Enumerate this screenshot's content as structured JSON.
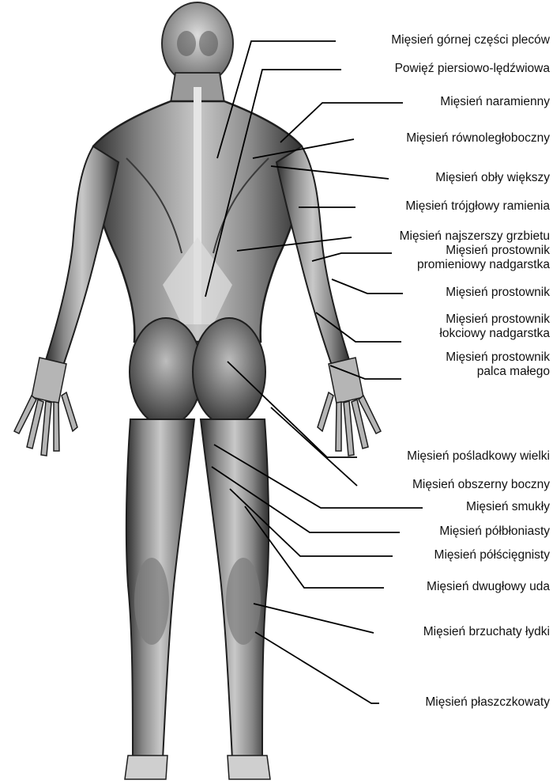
{
  "colors": {
    "skin_dark": "#3a3a3a",
    "skin_mid": "#8c8c8c",
    "skin_light": "#d6d6d6",
    "leader_line": "#000000",
    "label_text": "#111111"
  },
  "labels": [
    {
      "id": "upper-back",
      "lines": [
        "Mięsień górnej części pleców"
      ]
    },
    {
      "id": "thoracolumbar-fascia",
      "lines": [
        "Powięź piersiowo-lędźwiowa"
      ]
    },
    {
      "id": "deltoid",
      "lines": [
        "Mięsień naramienny"
      ]
    },
    {
      "id": "rhomboid",
      "lines": [
        "Mięsień równoległoboczny"
      ]
    },
    {
      "id": "teres-major",
      "lines": [
        "Mięsień obły większy"
      ]
    },
    {
      "id": "triceps",
      "lines": [
        "Mięsień trójgłowy ramienia"
      ]
    },
    {
      "id": "latissimus",
      "lines": [
        "Mięsień najszerszy grzbietu"
      ]
    },
    {
      "id": "ext-carpi-radialis",
      "lines": [
        "Mięsień prostownik",
        "promieniowy nadgarstka"
      ]
    },
    {
      "id": "extensor",
      "lines": [
        "Mięsień prostownik"
      ]
    },
    {
      "id": "ext-carpi-ulnaris",
      "lines": [
        "Mięsień prostownik",
        "łokciowy nadgarstka"
      ]
    },
    {
      "id": "ext-digiti-minimi",
      "lines": [
        "Mięsień prostownik",
        "palca małego"
      ]
    },
    {
      "id": "gluteus-maximus",
      "lines": [
        "Mięsień pośladkowy wielki"
      ]
    },
    {
      "id": "vastus-lateralis",
      "lines": [
        "Mięsień obszerny boczny"
      ]
    },
    {
      "id": "gracilis",
      "lines": [
        "Mięsień smukły"
      ]
    },
    {
      "id": "semimembranosus",
      "lines": [
        "Mięsień półbłoniasty"
      ]
    },
    {
      "id": "semitendinosus",
      "lines": [
        "Mięsień półścięgnisty"
      ]
    },
    {
      "id": "biceps-femoris",
      "lines": [
        "Mięsień dwugłowy uda"
      ]
    },
    {
      "id": "gastrocnemius",
      "lines": [
        "Mięsień brzuchaty łydki"
      ]
    },
    {
      "id": "soleus",
      "lines": [
        "Mięsień płaszczkowaty"
      ]
    }
  ]
}
